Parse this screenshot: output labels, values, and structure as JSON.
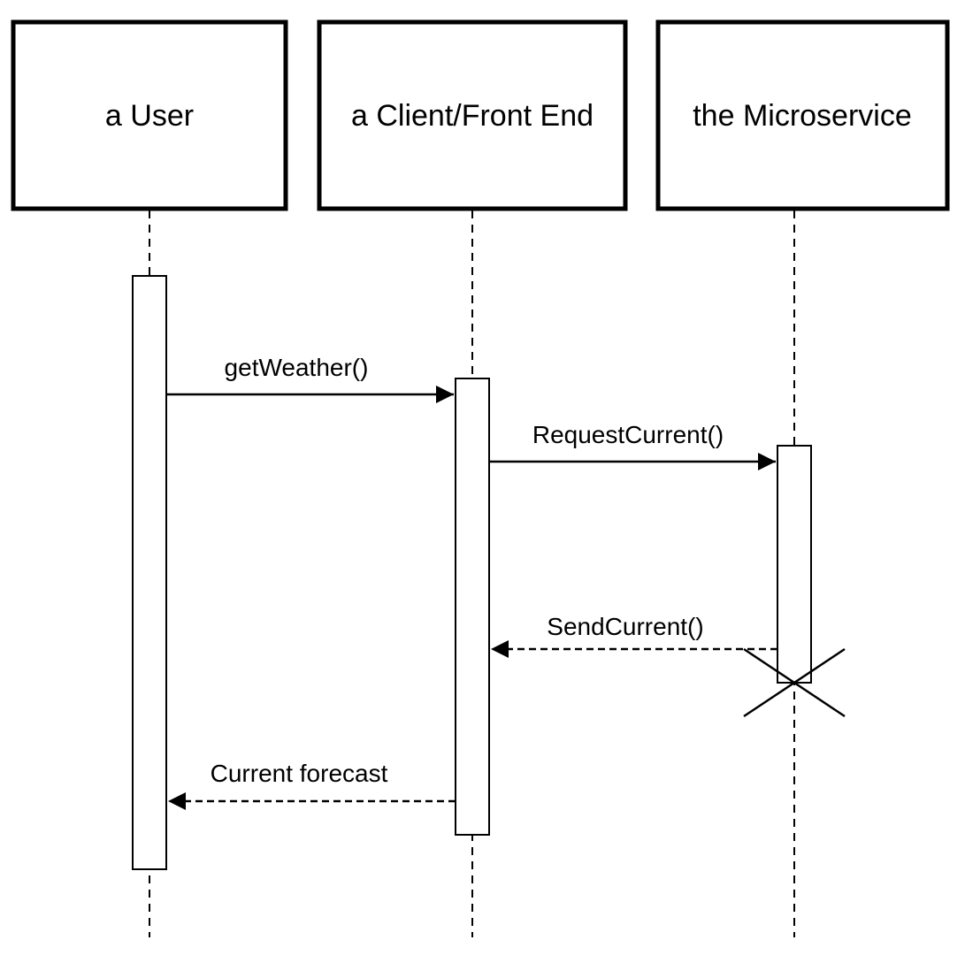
{
  "diagram": {
    "type": "sequence",
    "colors": {
      "stroke": "#000000",
      "fill": "#ffffff"
    },
    "participants": [
      {
        "id": "user",
        "label": "a User"
      },
      {
        "id": "client",
        "label": "a Client/Front End"
      },
      {
        "id": "microservice",
        "label": "the Microservice"
      }
    ],
    "messages": [
      {
        "from": "user",
        "to": "client",
        "label": "getWeather()",
        "style": "sync"
      },
      {
        "from": "client",
        "to": "microservice",
        "label": "RequestCurrent()",
        "style": "sync"
      },
      {
        "from": "microservice",
        "to": "client",
        "label": "SendCurrent()",
        "style": "return"
      },
      {
        "from": "client",
        "to": "user",
        "label": "Current forecast",
        "style": "return"
      }
    ],
    "destroyed": [
      "microservice"
    ]
  }
}
